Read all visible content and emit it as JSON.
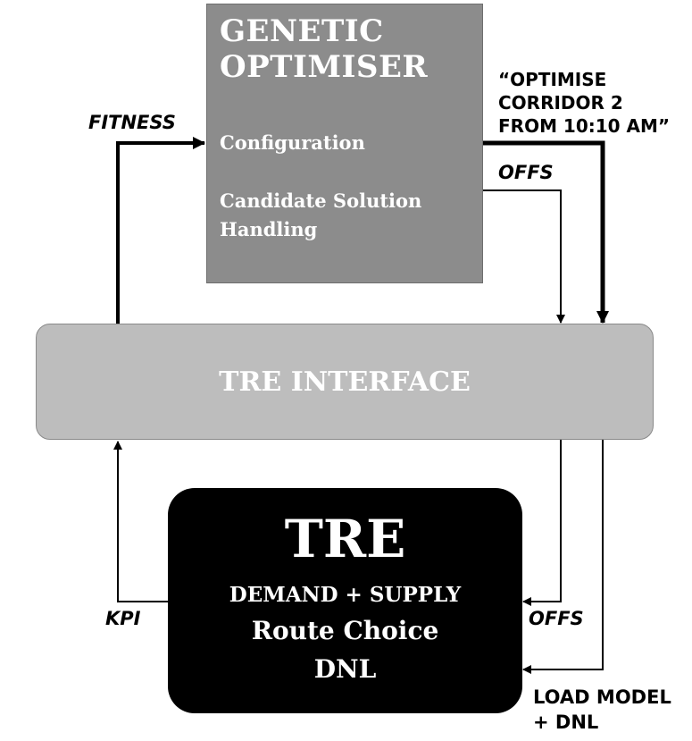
{
  "genetic_optimiser": {
    "title_line1": "GENETIC",
    "title_line2": "OPTIMISER",
    "item_configuration": "Configuration",
    "item_candidate_line1": "Candidate Solution",
    "item_candidate_line2": "Handling"
  },
  "tre_interface": {
    "label": "TRE INTERFACE"
  },
  "tre": {
    "title": "TRE",
    "line1": "DEMAND + SUPPLY",
    "line2": "Route Choice",
    "line3": "DNL"
  },
  "labels": {
    "fitness": "FITNESS",
    "offs_top": "OFFS",
    "optimise_command": "“OPTIMISE\nCORRIDOR 2\nFROM 10:10 AM”",
    "kpi": "KPI",
    "offs_bottom": "OFFS",
    "load_model": "LOAD MODEL\n+ DNL"
  },
  "colors": {
    "optimiser_fill": "#8c8c8c",
    "interface_fill": "#bdbdbd",
    "tre_fill": "#000000",
    "arrow": "#000000"
  }
}
